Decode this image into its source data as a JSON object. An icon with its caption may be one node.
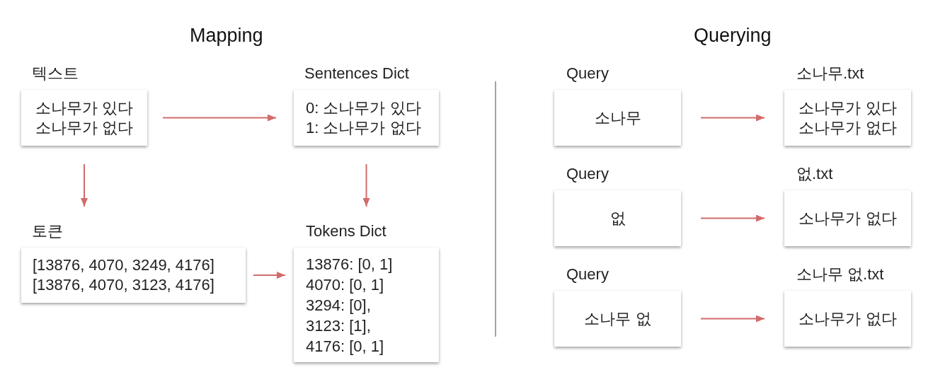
{
  "diagram": {
    "nodes": [
      {
        "text": [
          "텍스트",
          "소나무가 있다 소나무가 없다"
        ]
      },
      {
        "text": [
          "Sentences Dict",
          "0: 소나무가 있다 1: 소나무가 없다"
        ]
      },
      {
        "text": [
          "토큰",
          "[13876, 4070, 3249, 4176] [13876, 4070, 3123, 4176]"
        ]
      },
      {
        "text": [
          "Tokens Dict",
          "13876: [0, 1] 4070: [0, 1] 3294: [0], 3123: [1], 4176: [0, 1]"
        ]
      },
      {
        "text": [
          "Query",
          "소나무"
        ]
      },
      {
        "text": [
          "소나무.txt",
          "소나무가 있다 소나무가 없다"
        ]
      },
      {
        "text": [
          "Query",
          "없"
        ]
      },
      {
        "text": [
          "없.txt",
          "소나무가 없다"
        ]
      },
      {
        "text": [
          "Query",
          "소나무 없"
        ]
      },
      {
        "text": [
          "소나무 없.txt",
          "소나무가 없다"
        ]
      }
    ],
    "edges": [
      {
        "from": 0,
        "to": 1,
        "arrow": "to"
      },
      {
        "from": 0,
        "to": 2,
        "arrow": "to"
      },
      {
        "from": 1,
        "to": 3,
        "arrow": "to"
      },
      {
        "from": 2,
        "to": 3,
        "arrow": "to"
      },
      {
        "from": 4,
        "to": 5,
        "arrow": "to"
      },
      {
        "from": 6,
        "to": 7,
        "arrow": "to"
      },
      {
        "from": 8,
        "to": 9,
        "arrow": "to"
      }
    ],
    "labels": [
      "Mapping",
      "Querying"
    ]
  }
}
